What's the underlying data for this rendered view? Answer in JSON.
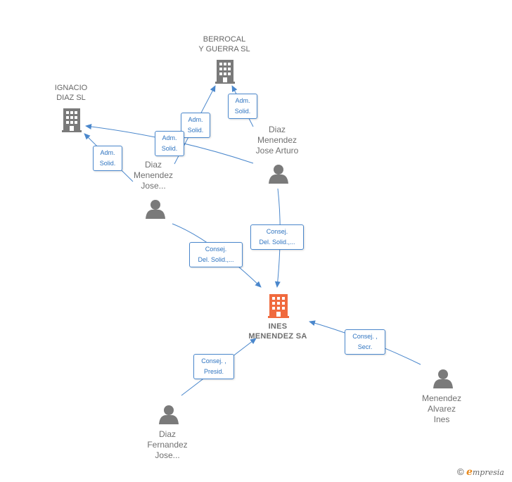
{
  "nodes": {
    "berrocal": {
      "label": "BERROCAL\nY GUERRA SL",
      "icon": "building-icon",
      "color": "#7a7a7a"
    },
    "ignacio": {
      "label": "IGNACIO\nDIAZ SL",
      "icon": "building-icon",
      "color": "#7a7a7a"
    },
    "ines_sa": {
      "label": "INES\nMENENDEZ SA",
      "icon": "building-icon",
      "color": "#f06a3e"
    },
    "diaz_arturo": {
      "label": "Diaz\nMenendez\nJose Arturo",
      "icon": "person-icon",
      "color": "#7a7a7a"
    },
    "diaz_jose": {
      "label": "Diaz\nMenendez\nJose...",
      "icon": "person-icon",
      "color": "#7a7a7a"
    },
    "diaz_fernandez": {
      "label": "Diaz\nFernandez\nJose...",
      "icon": "person-icon",
      "color": "#7a7a7a"
    },
    "menendez_alvarez": {
      "label": "Menendez\nAlvarez\nInes",
      "icon": "person-icon",
      "color": "#7a7a7a"
    }
  },
  "edges": [
    {
      "from": "diaz_arturo",
      "to": "berrocal",
      "label": "Adm.\nSolid."
    },
    {
      "from": "diaz_jose",
      "to": "berrocal",
      "label": "Adm.\nSolid."
    },
    {
      "from": "diaz_arturo",
      "to": "ignacio",
      "label": "Adm.\nSolid."
    },
    {
      "from": "diaz_jose",
      "to": "ignacio",
      "label": "Adm.\nSolid."
    },
    {
      "from": "diaz_arturo",
      "to": "ines_sa",
      "label": "Consej.\nDel. Solid.,..."
    },
    {
      "from": "diaz_jose",
      "to": "ines_sa",
      "label": "Consej.\nDel. Solid.,..."
    },
    {
      "from": "diaz_fernandez",
      "to": "ines_sa",
      "label": "Consej. ,\nPresid."
    },
    {
      "from": "menendez_alvarez",
      "to": "ines_sa",
      "label": "Consej. ,\nSecr."
    }
  ],
  "colors": {
    "edge": "#4a87cc",
    "text": "#666666",
    "company_main": "#f06a3e",
    "company": "#7a7a7a"
  },
  "footer": {
    "copyright": "©",
    "brand": "mpresia",
    "brand_initial": "e"
  }
}
